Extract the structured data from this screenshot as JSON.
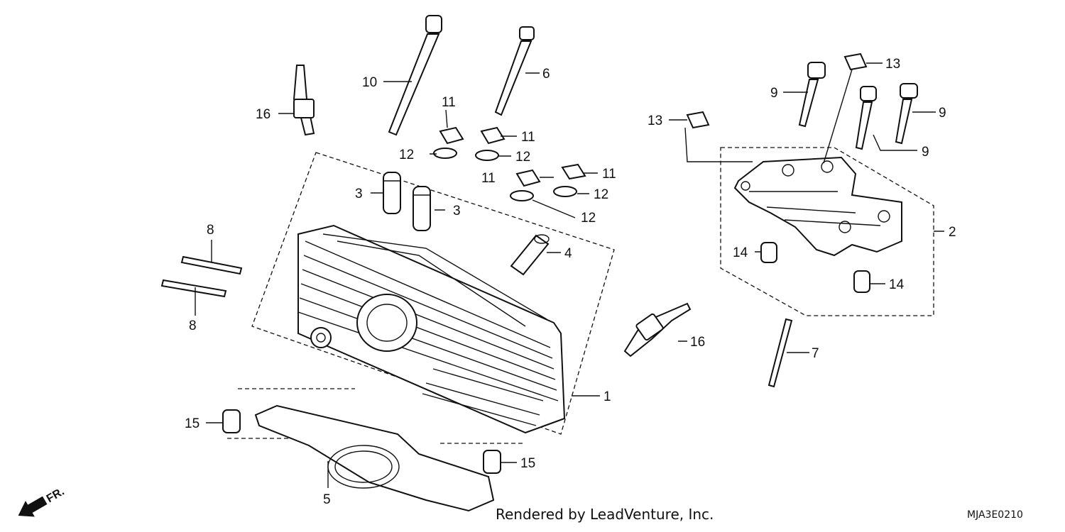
{
  "callouts": {
    "c1": "1",
    "c2": "2",
    "c3a": "3",
    "c3b": "3",
    "c4": "4",
    "c5": "5",
    "c6": "6",
    "c7": "7",
    "c8a": "8",
    "c8b": "8",
    "c9a": "9",
    "c9b": "9",
    "c9c": "9",
    "c10": "10",
    "c11a": "11",
    "c11b": "11",
    "c11c": "11",
    "c11d": "11",
    "c12a": "12",
    "c12b": "12",
    "c12c": "12",
    "c12d": "12",
    "c13a": "13",
    "c13b": "13",
    "c14a": "14",
    "c14b": "14",
    "c15a": "15",
    "c15b": "15",
    "c16a": "16",
    "c16b": "16"
  },
  "direction_label": "FR.",
  "footer": {
    "credit": "Rendered by LeadVenture, Inc.",
    "diagram_code": "MJA3E0210"
  }
}
